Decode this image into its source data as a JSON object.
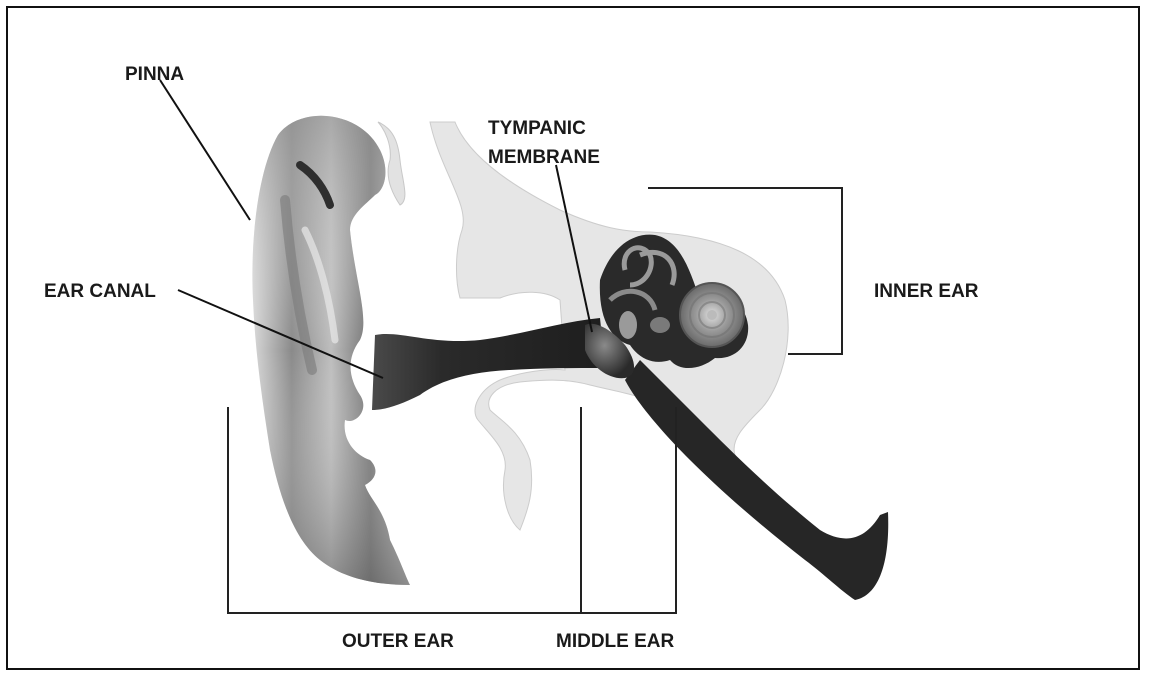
{
  "labels": {
    "pinna": "PINNA",
    "ear_canal": "EAR CANAL",
    "tympanic_line1": "TYMPANIC",
    "tympanic_line2": "MEMBRANE",
    "inner_ear": "INNER EAR",
    "outer_ear": "OUTER EAR",
    "middle_ear": "MIDDLE EAR"
  },
  "colors": {
    "bone": "#e6e6e6",
    "bone_stroke": "#c8c8c8",
    "canal": "#2a2a2a",
    "pinna_dark": "#5a5a5a",
    "pinna_light": "#cfcfcf",
    "ink": "#111111"
  }
}
